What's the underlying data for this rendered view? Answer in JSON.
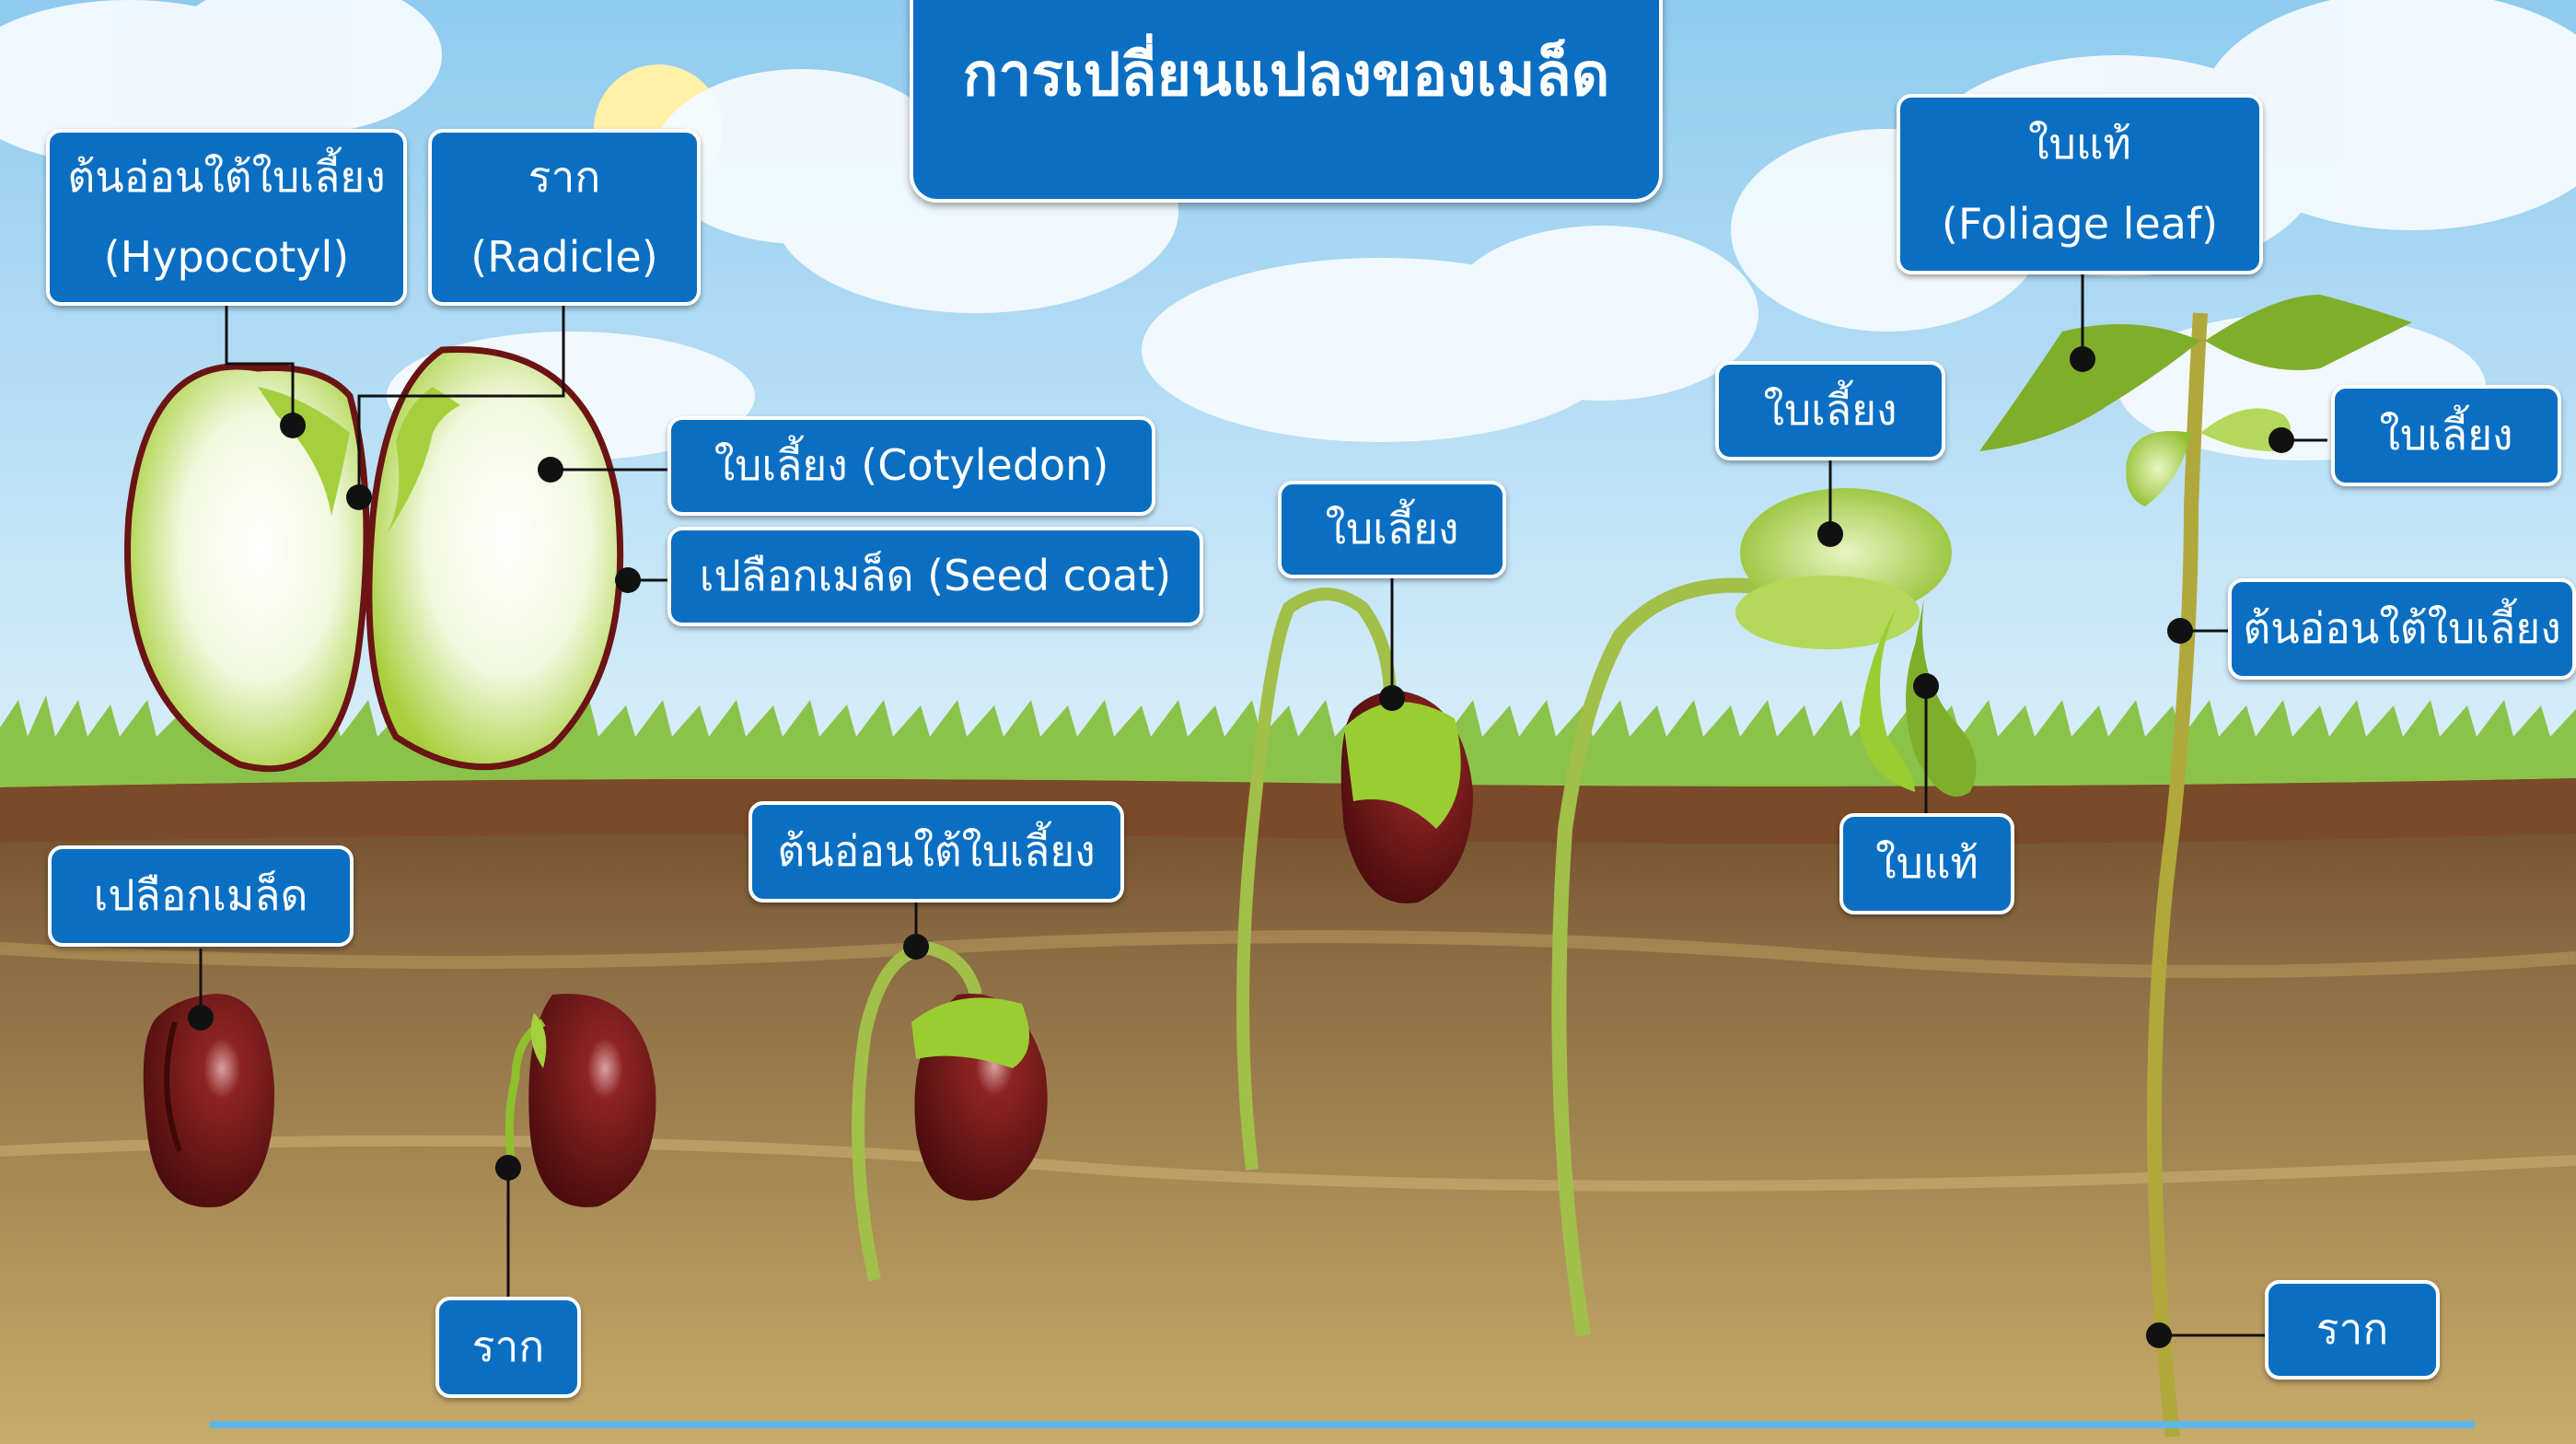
{
  "title": "การเปลี่ยนแปลงของเมล็ด",
  "labels": {
    "hypocotyl_th": "ต้นอ่อนใต้ใบเลี้ยง",
    "hypocotyl_en": "(Hypocotyl)",
    "radicle_th": "ราก",
    "radicle_en": "(Radicle)",
    "cotyledon": "ใบเลี้ยง (Cotyledon)",
    "seed_coat": "เปลือกเมล็ด (Seed coat)",
    "seed_coat_stage1": "เปลือกเมล็ด",
    "root_stage2": "ราก",
    "hypocotyl_stage3": "ต้นอ่อนใต้ใบเลี้ยง",
    "cotyledon_stage4": "ใบเลี้ยง",
    "cotyledon_stage5": "ใบเลี้ยง",
    "foliage_stage5": "ใบแท้",
    "foliage_th": "ใบแท้",
    "foliage_en": "(Foliage leaf)",
    "cotyledon_stage6": "ใบเลี้ยง",
    "hypocotyl_stage6": "ต้นอ่อนใต้ใบเลี้ยง",
    "root_stage6": "ราก"
  },
  "colors": {
    "label_bg": "#0a6fc2",
    "sky": "#bfe3f7",
    "grass": "#8bc34a",
    "soil_top": "#8a5a33",
    "soil": "#b89a5c",
    "seed_red": "#7a1a1a",
    "green": "#9acd32"
  }
}
